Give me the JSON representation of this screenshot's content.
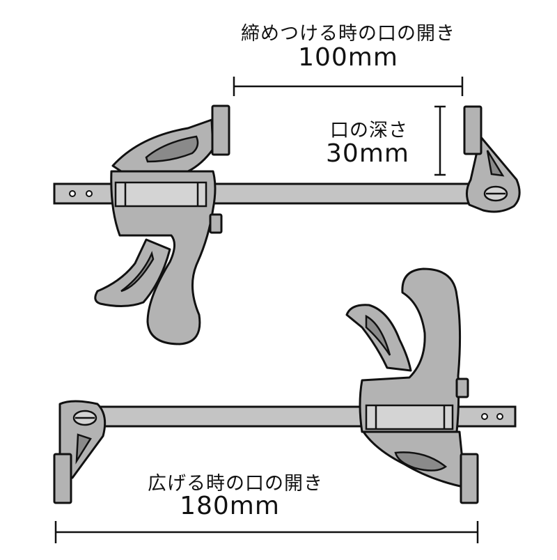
{
  "labels": {
    "clamp_opening_title": "締めつける時の口の開き",
    "clamp_opening_value": "100mm",
    "throat_depth_title": "口の深さ",
    "throat_depth_value": "30mm",
    "spread_opening_title": "広げる時の口の開き",
    "spread_opening_value": "180mm"
  },
  "colors": {
    "body": "#b3b3b3",
    "bar": "#c4c4c4",
    "outline": "#111111"
  }
}
